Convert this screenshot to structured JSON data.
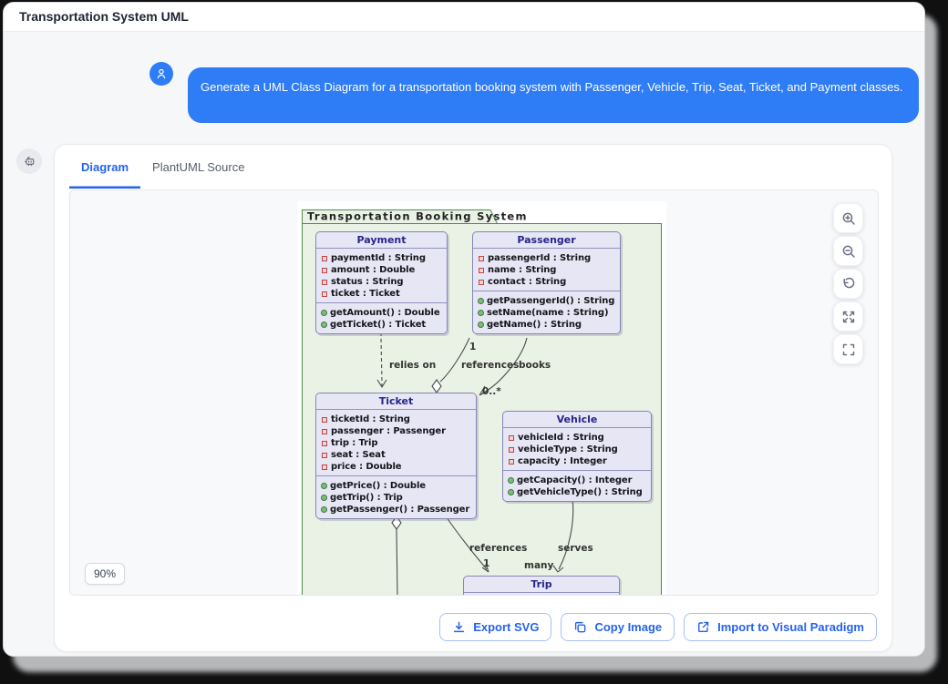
{
  "window": {
    "title": "Transportation System UML"
  },
  "chat": {
    "user_message": "Generate a UML Class Diagram for a transportation booking system with Passenger, Vehicle, Trip, Seat, Ticket, and Payment classes."
  },
  "tabs": {
    "diagram": "Diagram",
    "plantuml_source": "PlantUML Source"
  },
  "viewer": {
    "zoom_level": "90%"
  },
  "actions": {
    "export_svg": "Export SVG",
    "copy_image": "Copy Image",
    "import_vp": "Import to Visual Paradigm"
  },
  "icons": {
    "avatar_user": "user-icon",
    "avatar_bot": "robot-icon",
    "zoom_in": "zoom-in-icon",
    "zoom_out": "zoom-out-icon",
    "reset": "reset-view-icon",
    "expand": "expand-icon",
    "fullscreen": "fullscreen-icon",
    "export": "download-icon",
    "copy": "copy-icon",
    "import": "external-link-icon"
  },
  "uml": {
    "package_title": "Transportation Booking System",
    "classes": {
      "payment": {
        "name": "Payment",
        "attributes": [
          "paymentId : String",
          "amount : Double",
          "status : String",
          "ticket : Ticket"
        ],
        "methods": [
          "getAmount() : Double",
          "getTicket() : Ticket"
        ]
      },
      "passenger": {
        "name": "Passenger",
        "attributes": [
          "passengerId : String",
          "name : String",
          "contact : String"
        ],
        "methods": [
          "getPassengerId() : String",
          "setName(name : String)",
          "getName() : String"
        ]
      },
      "ticket": {
        "name": "Ticket",
        "attributes": [
          "ticketId : String",
          "passenger : Passenger",
          "trip : Trip",
          "seat : Seat",
          "price : Double"
        ],
        "methods": [
          "getPrice() : Double",
          "getTrip() : Trip",
          "getPassenger() : Passenger"
        ]
      },
      "vehicle": {
        "name": "Vehicle",
        "attributes": [
          "vehicleId : String",
          "vehicleType : String",
          "capacity : Integer"
        ],
        "methods": [
          "getCapacity() : Integer",
          "getVehicleType() : String"
        ]
      },
      "trip": {
        "name": "Trip"
      }
    },
    "edges": {
      "relies_on": "relies on",
      "references_passenger": "references",
      "mult_passenger": "1",
      "books": "books",
      "mult_books": "0..*",
      "references_trip": "references",
      "mult_trip": "1",
      "serves": "serves",
      "mult_serves": "many"
    },
    "colors": {
      "package_fill": "#eaf2e6",
      "package_border": "#4c8b4c",
      "class_fill": "#e6e6f5",
      "class_border": "#8585b5",
      "class_name_color": "#26268c",
      "edge_color": "#4b4b4b",
      "accent_blue": "#2563eb",
      "bubble_blue": "#2e7cf6"
    }
  }
}
